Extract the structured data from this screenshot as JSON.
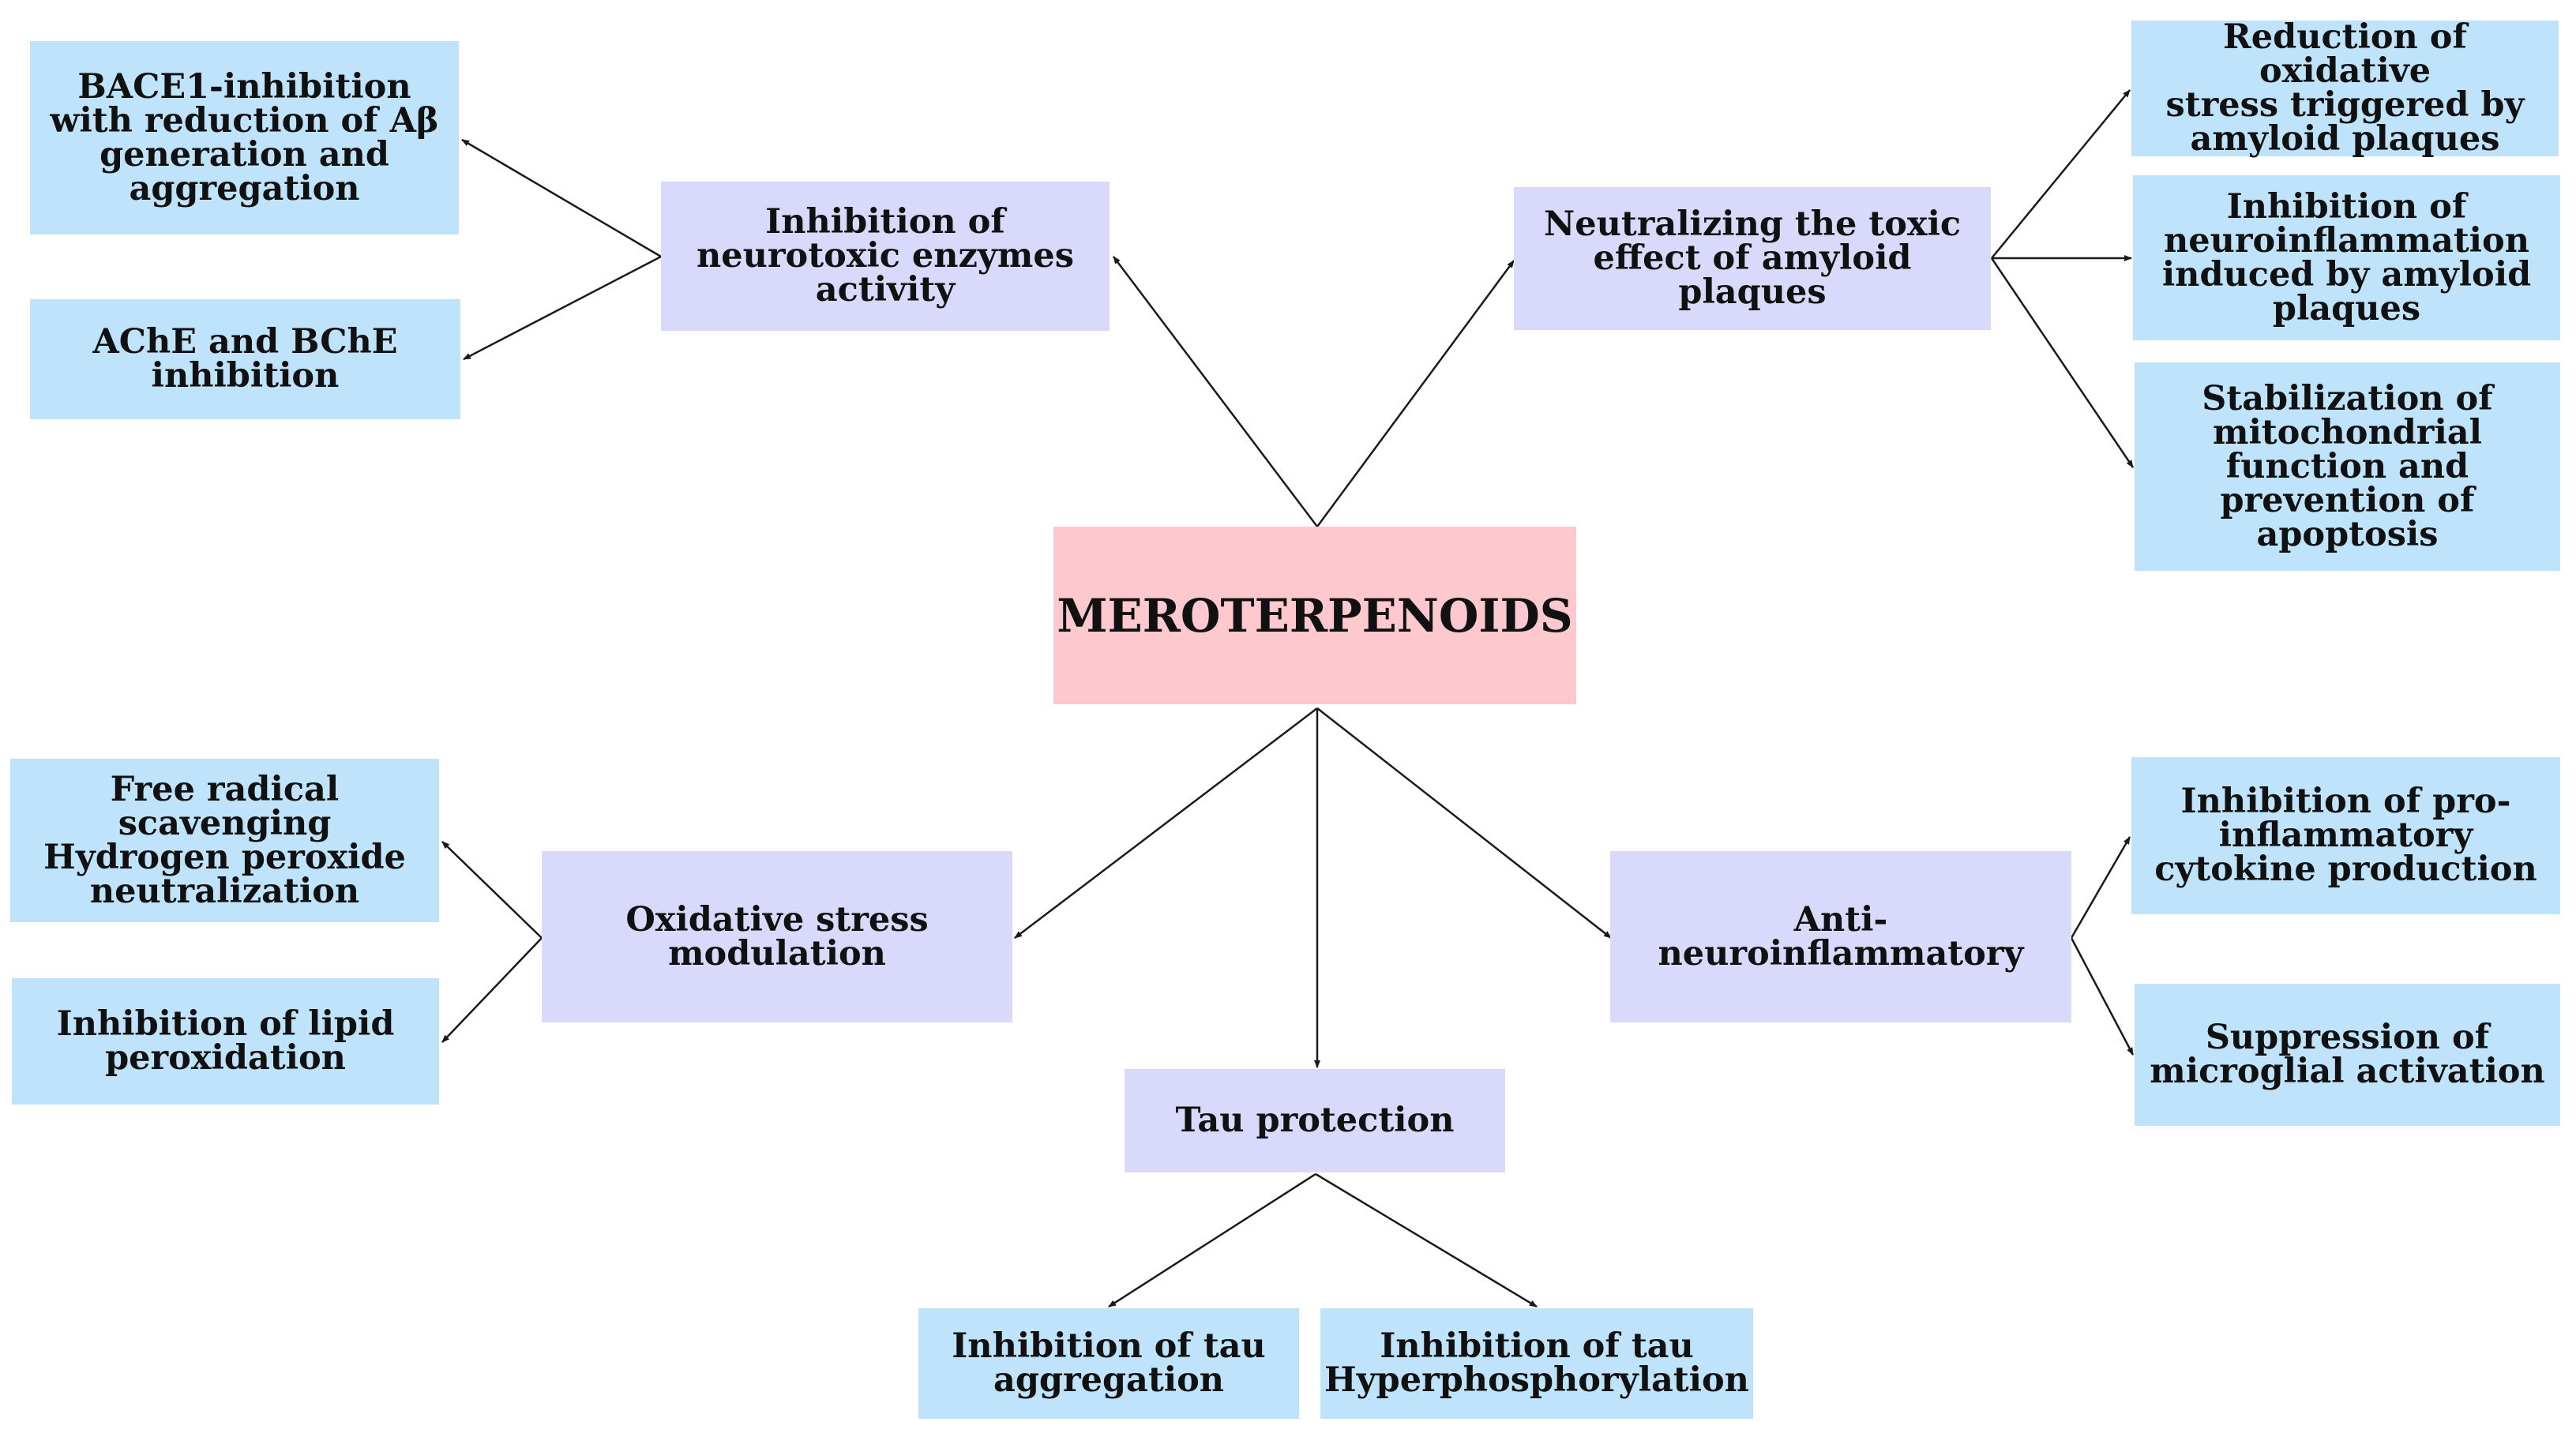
{
  "colors": {
    "root_fill": "#fdc9cf",
    "category_fill": "#d9d9fb",
    "leaf_fill": "#bfe3fb",
    "arrow": "#1a1a1a"
  },
  "root": {
    "label": "MEROTERPENOIDS"
  },
  "categories": {
    "enzymes": "Inhibition of\nneurotoxic enzymes\nactivity",
    "amyloid": "Neutralizing the toxic\neffect of amyloid\nplaques",
    "oxidative": "Oxidative stress\nmodulation",
    "tau": "Tau protection",
    "neuroinflammatory": "Anti-\nneuroinflammatory"
  },
  "leaves": {
    "bace1": "BACE1-inhibition\nwith reduction of Aβ\ngeneration and\naggregation",
    "ache": "AChE and BChE\ninhibition",
    "ros_amyloid": "Reduction of oxidative\nstress triggered by\namyloid plaques",
    "neuroinflammation_amyloid": "Inhibition of\nneuroinflammation\ninduced by amyloid\nplaques",
    "mitochondrial": "Stabilization of\nmitochondrial\nfunction and\nprevention of\napoptosis",
    "free_radical": "Free radical\nscavenging\nHydrogen peroxide\nneutralization",
    "lipid": "Inhibition of lipid\nperoxidation",
    "cytokine": "Inhibition of pro-\ninflammatory\ncytokine production",
    "microglial": "Suppression of\nmicroglial activation",
    "tau_aggregation": "Inhibition of tau\naggregation",
    "tau_hyper": "Inhibition of tau\nHyperphosphorylation"
  }
}
